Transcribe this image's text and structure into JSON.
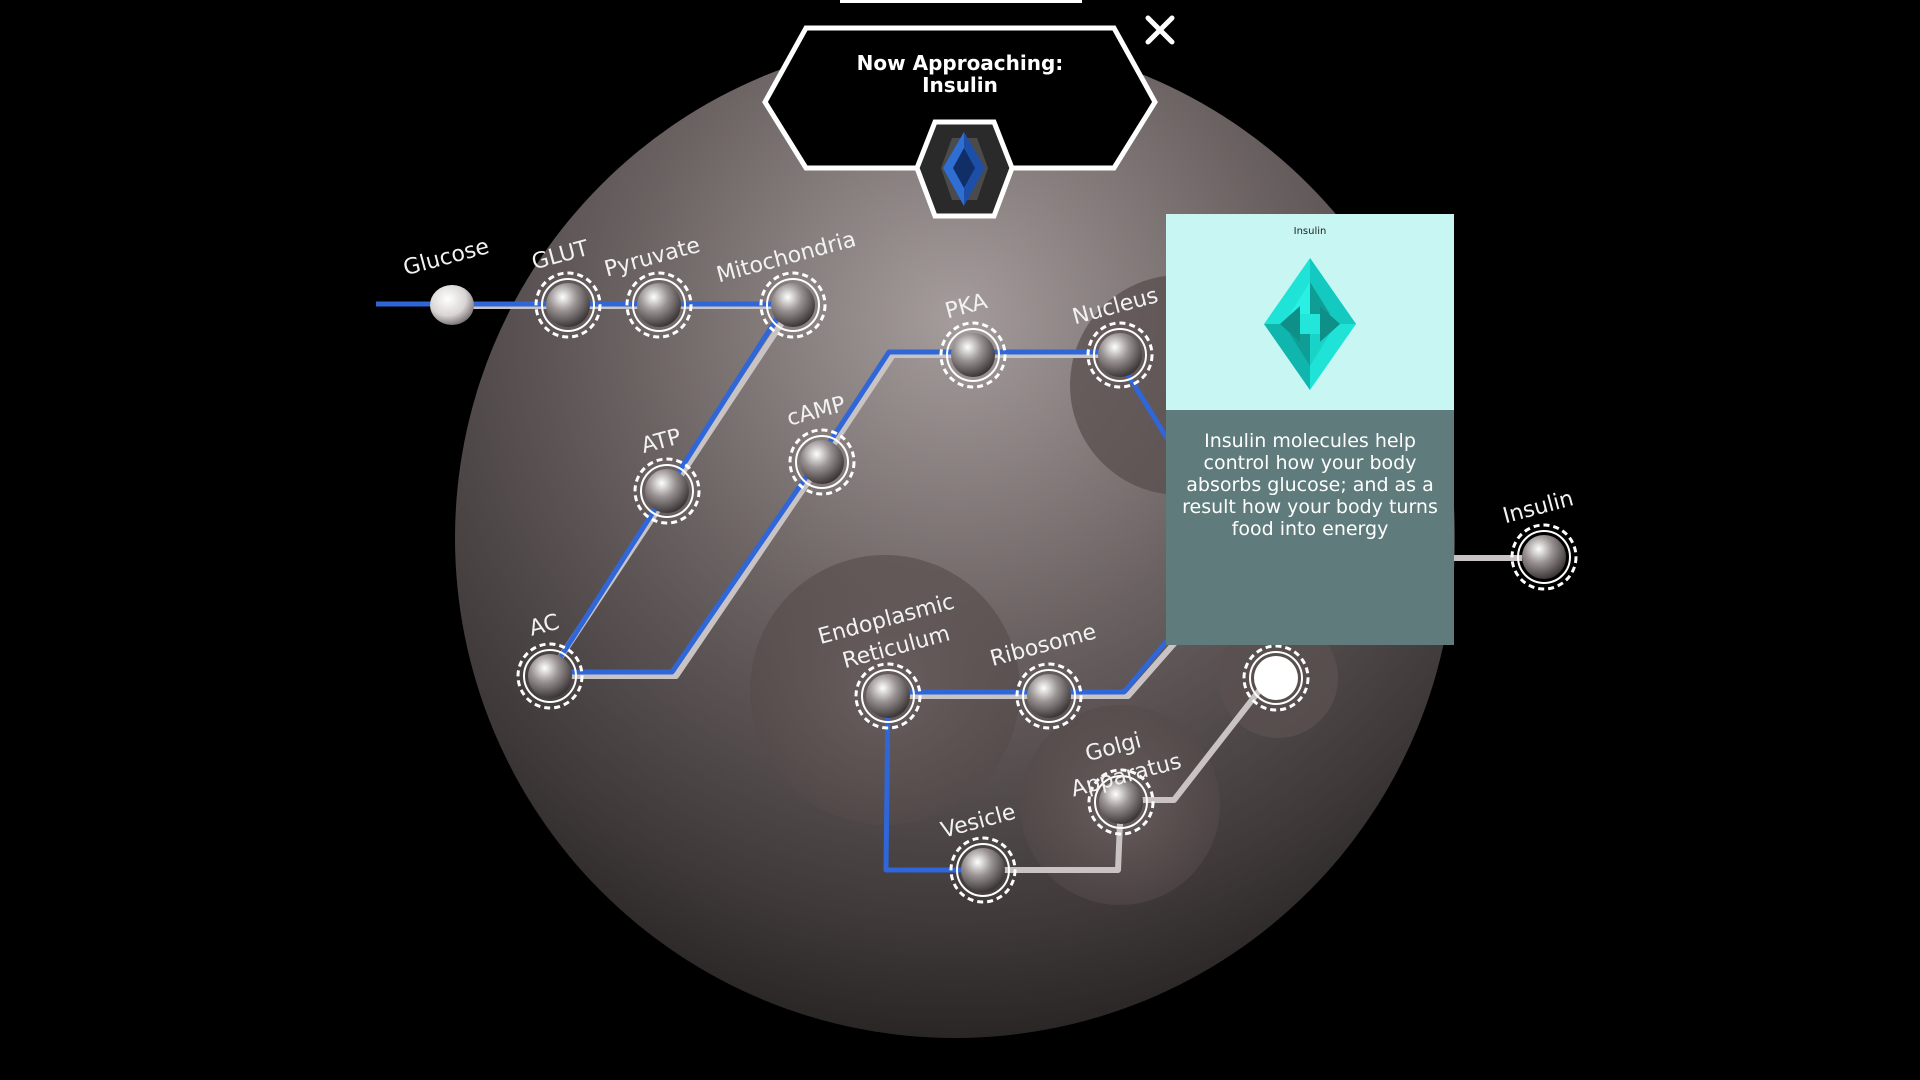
{
  "header": {
    "title_line1": "Now Approaching:",
    "title_line2": "Insulin",
    "close_icon": "close-icon"
  },
  "pathway": {
    "nodes": {
      "glucose": "Glucose",
      "glut": "GLUT",
      "pyruvate": "Pyruvate",
      "mitochondria": "Mitochondria",
      "atp": "ATP",
      "ac": "AC",
      "camp": "cAMP",
      "pka": "PKA",
      "nucleus": "Nucleus",
      "er_line1": "Endoplasmic",
      "er_line2": "Reticulum",
      "ribosome": "Ribosome",
      "golgi_line1": "Golgi",
      "golgi_line2": "Apparatus",
      "vesicle": "Vesicle",
      "insulin": "Insulin"
    }
  },
  "info_card": {
    "name": "Insulin",
    "description": "Insulin molecules help control how your body absorbs glucose; and as a result how your body turns food into energy",
    "icon": "insulin-crystal-icon"
  },
  "colors": {
    "path_active": "#2f66d8",
    "path_inactive": "#c9c3c3",
    "card_top": "#c8f6f3",
    "card_body": "#5f7b7b",
    "crystal": "#1fe3d6"
  }
}
